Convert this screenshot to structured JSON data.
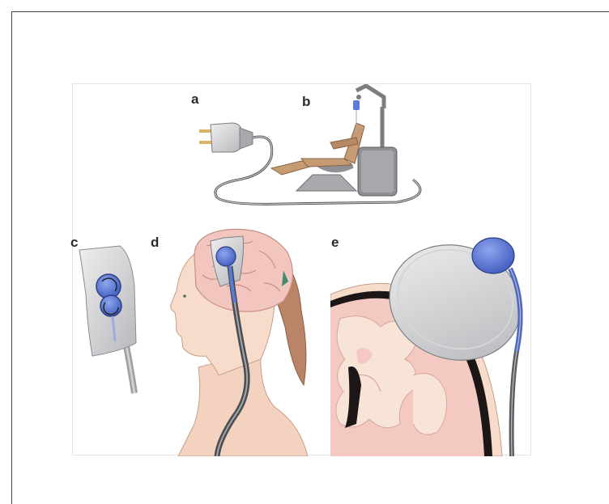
{
  "figure": {
    "panels": {
      "a": {
        "label": "a"
      },
      "b": {
        "label": "b"
      },
      "c": {
        "label": "c"
      },
      "d": {
        "label": "d"
      },
      "e": {
        "label": "e"
      }
    }
  },
  "colors": {
    "electrode_gray": "#c9cacc",
    "electrode_blue": "#4c68c9",
    "cable": "#5a5e63",
    "skin": "#f5d6c3",
    "hair": "#c08b6a",
    "brain": "#f2c6bf",
    "stimulation_red": "#e33a2a",
    "chair_tan": "#c69a72"
  }
}
